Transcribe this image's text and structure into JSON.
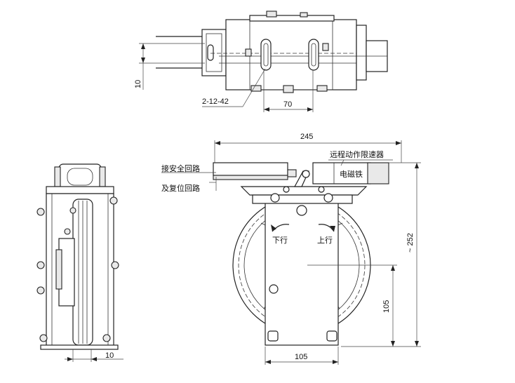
{
  "top_view": {
    "dim_10": "10",
    "dim_hole": "2-12-42",
    "dim_70": "70"
  },
  "side_view": {
    "dim_10": "10"
  },
  "front_view": {
    "dim_245": "245",
    "dim_252": "~ 252",
    "dim_105_h": "105",
    "dim_105_v": "105",
    "label_remote": "远程动作限速器",
    "label_magnet": "电磁铁",
    "label_safety_1": "接安全回路",
    "label_safety_2": "及复位回路",
    "label_down": "下行",
    "label_up": "上行"
  }
}
